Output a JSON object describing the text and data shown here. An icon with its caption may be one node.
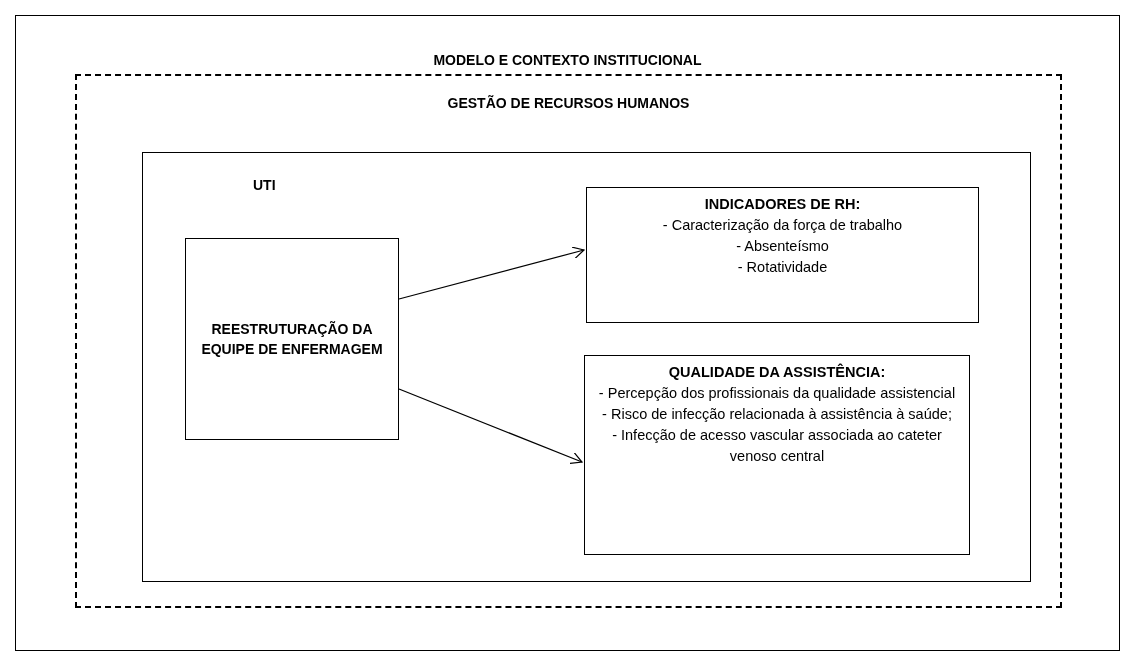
{
  "diagram": {
    "nodes": [
      {
        "text": [
          "MODELO E CONTEXTO INSTITUCIONAL"
        ]
      },
      {
        "text": [
          "GESTÃO DE RECURSOS HUMANOS"
        ],
        "in": 0
      },
      {
        "text": [
          "UTI"
        ],
        "in": 1
      },
      {
        "text": [
          "REESTRUTURAÇÃO DA EQUIPE DE ENFERMAGEM"
        ],
        "in": 2
      },
      {
        "text": [
          "INDICADORES DE RH:",
          "- Caracterização da força de trabalho",
          "- Absenteísmo",
          "- Rotatividade"
        ],
        "in": 2
      },
      {
        "text": [
          "QUALIDADE DA ASSISTÊNCIA:",
          "- Percepção dos profissionais da qualidade assistencial",
          "- Risco de infecção relacionada à assistência à saúde;",
          "- Infecção de acesso vascular associada ao cateter venoso central"
        ],
        "in": 2
      }
    ],
    "edges": [
      {
        "from": 3,
        "to": 4,
        "arrow": "to"
      },
      {
        "from": 3,
        "to": 5,
        "arrow": "to"
      }
    ]
  }
}
